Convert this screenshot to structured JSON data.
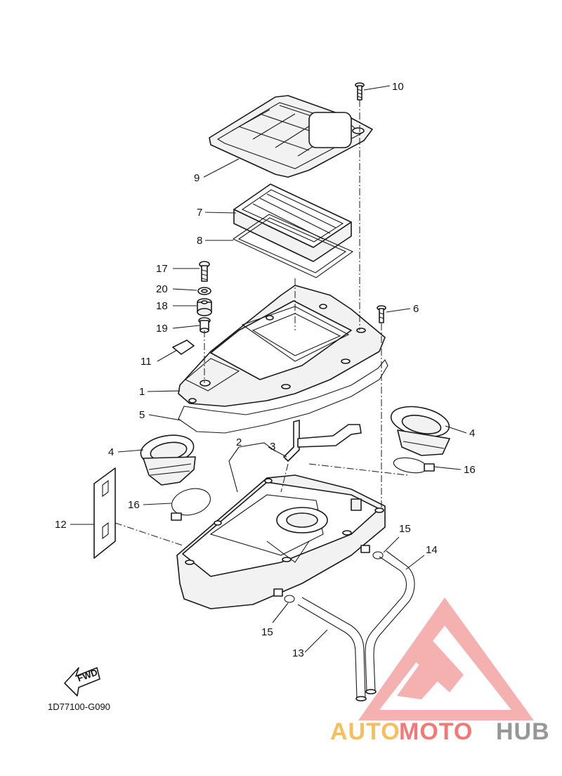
{
  "diagram": {
    "code": "1D77100-G090",
    "fwd_label": "FWD",
    "callouts": {
      "p1": "1",
      "p2": "2",
      "p3": "3",
      "p4a": "4",
      "p4b": "4",
      "p5": "5",
      "p6": "6",
      "p7": "7",
      "p8": "8",
      "p9": "9",
      "p10": "10",
      "p11": "11",
      "p12": "12",
      "p13": "13",
      "p14": "14",
      "p15a": "15",
      "p15b": "15",
      "p16a": "16",
      "p16b": "16",
      "p17": "17",
      "p18": "18",
      "p19": "19",
      "p20": "20"
    }
  },
  "watermark": {
    "part1": "AUTO",
    "part2": "MOTO",
    "part3": "HUB",
    "colors": {
      "orange": "#f7b84a",
      "red": "#f26b6b",
      "gray": "#8c8c8c",
      "triangle": "#f4a3a3"
    }
  }
}
